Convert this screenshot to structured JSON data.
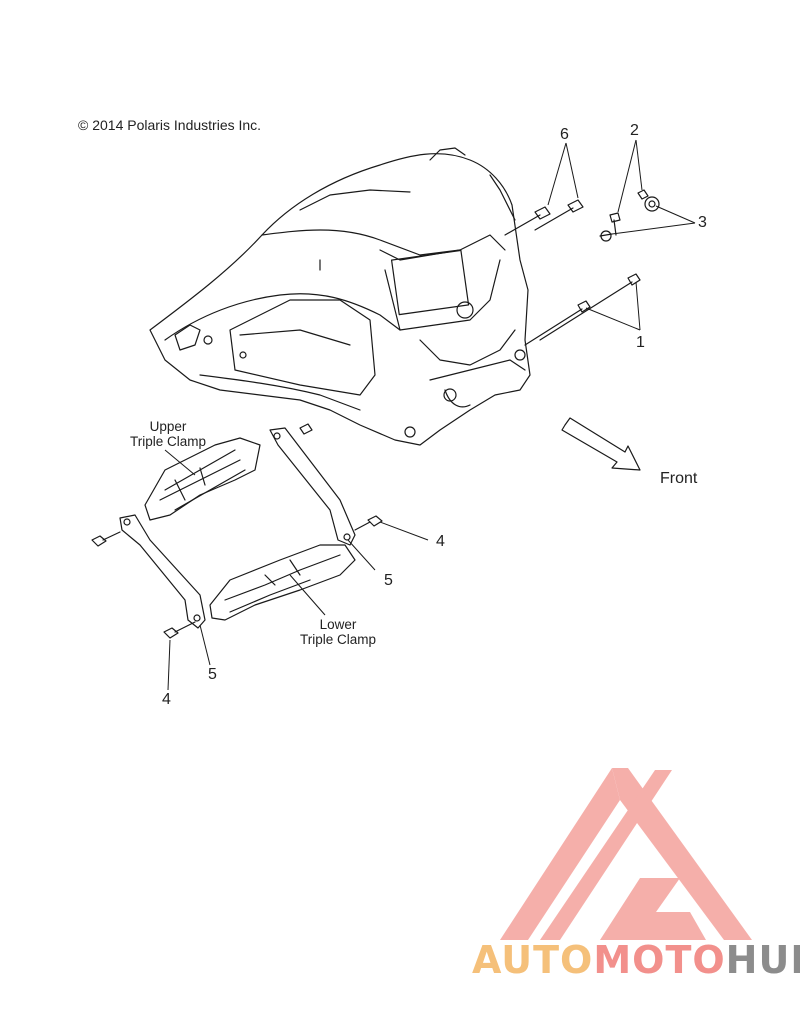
{
  "copyright": "© 2014 Polaris Industries Inc.",
  "callouts": {
    "c1": "1",
    "c2": "2",
    "c3": "3",
    "c4a": "4",
    "c4b": "4",
    "c5a": "5",
    "c5b": "5",
    "c6": "6"
  },
  "labels": {
    "upper_line1": "Upper",
    "upper_line2": "Triple Clamp",
    "lower_line1": "Lower",
    "lower_line2": "Triple Clamp",
    "front": "Front"
  },
  "watermark": {
    "part1": "AUTO",
    "part2": "MOTO",
    "part3": "HUB",
    "color1": "#f5c07a",
    "color2": "#f2908c",
    "color3": "#8c8c8c",
    "logo_color": "#f4a29c"
  }
}
